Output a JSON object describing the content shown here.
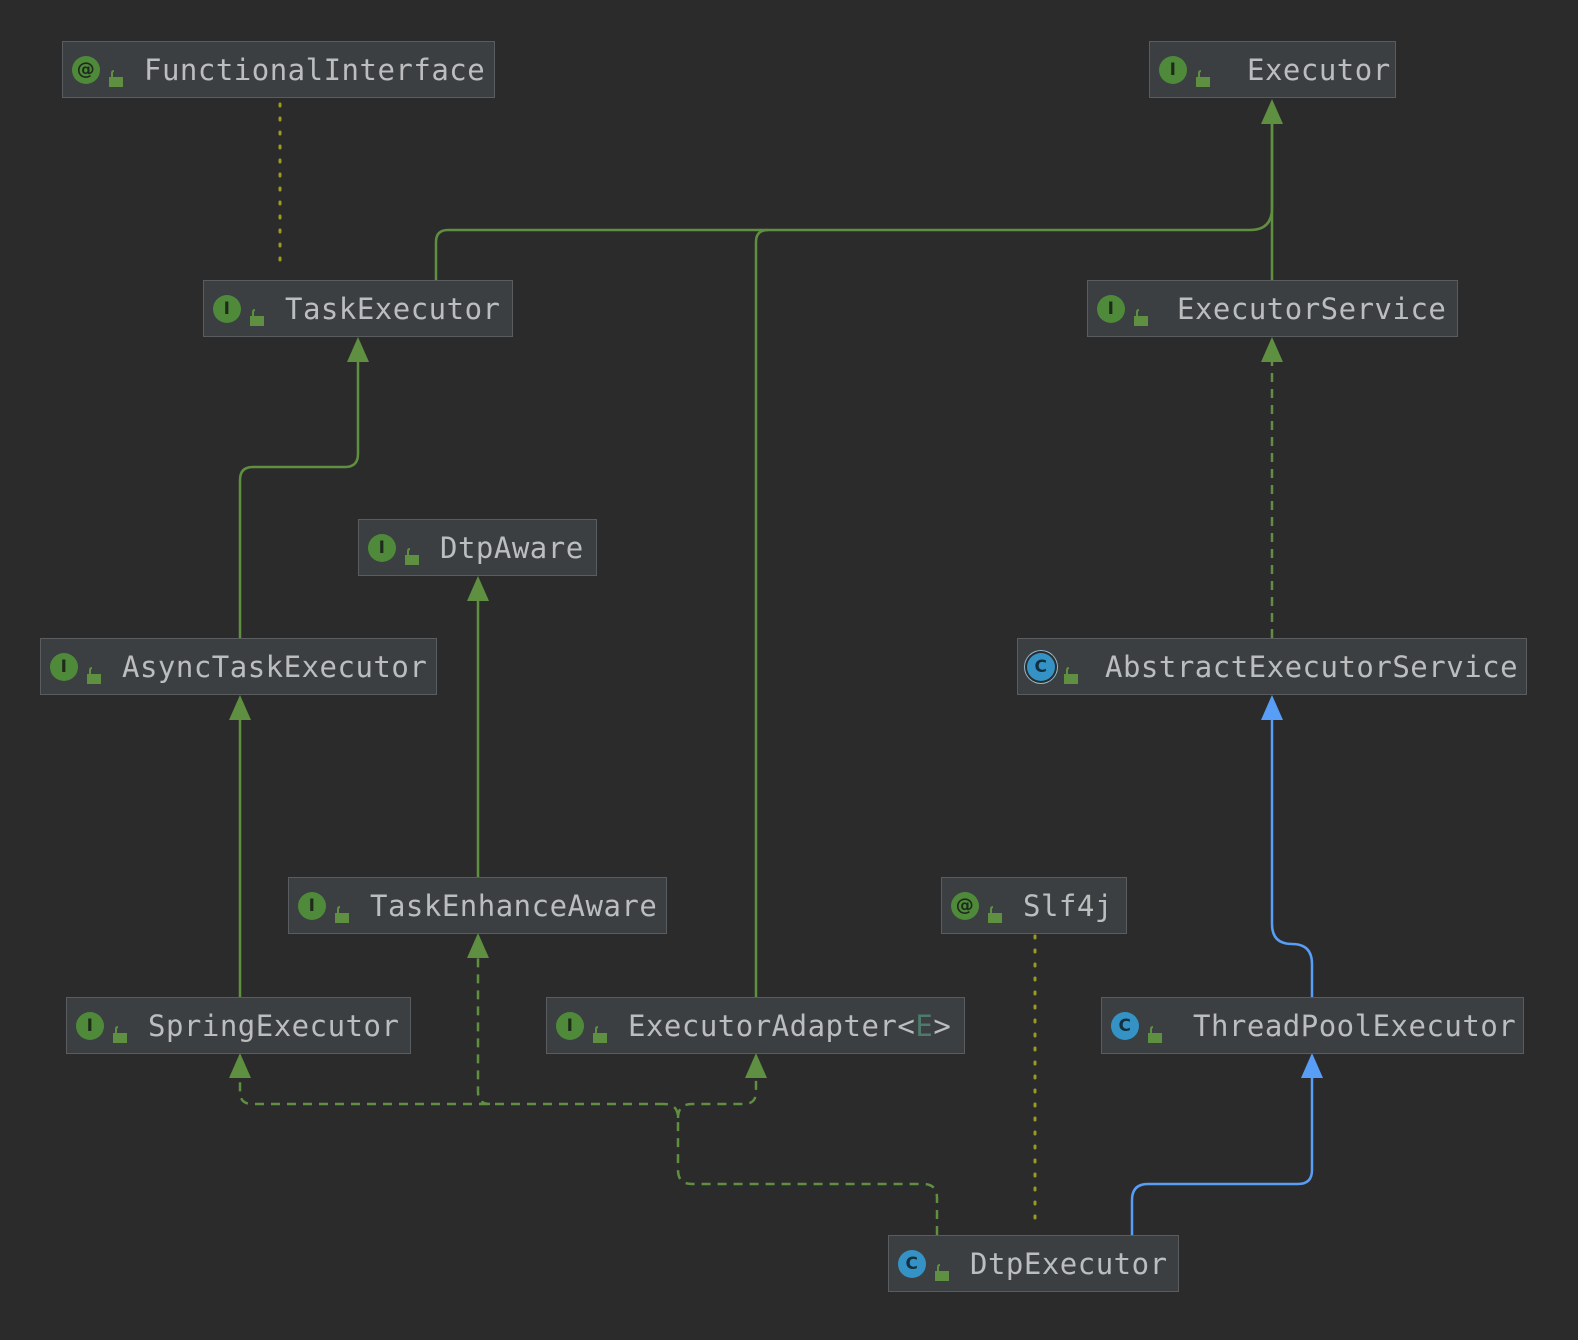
{
  "colors": {
    "background": "#2b2b2b",
    "node_fill": "#3c3f41",
    "node_border": "#5a5d5f",
    "text": "#bbbdbf",
    "implements_edge": "#5f8f41",
    "extends_edge": "#589df6",
    "annotation_edge": "#9a9a20"
  },
  "nodes": [
    {
      "id": "functional-interface",
      "label": "FunctionalInterface",
      "kind": "annotation",
      "icon": "annotation-icon",
      "kind_glyph": "@"
    },
    {
      "id": "executor",
      "label": "Executor",
      "kind": "interface",
      "icon": "interface-icon",
      "kind_glyph": "I"
    },
    {
      "id": "task-executor",
      "label": "TaskExecutor",
      "kind": "interface",
      "icon": "interface-icon",
      "kind_glyph": "I"
    },
    {
      "id": "executor-service",
      "label": "ExecutorService",
      "kind": "interface",
      "icon": "interface-icon",
      "kind_glyph": "I"
    },
    {
      "id": "dtp-aware",
      "label": "DtpAware",
      "kind": "interface",
      "icon": "interface-icon",
      "kind_glyph": "I"
    },
    {
      "id": "async-task-executor",
      "label": "AsyncTaskExecutor",
      "kind": "interface",
      "icon": "interface-icon",
      "kind_glyph": "I"
    },
    {
      "id": "abstract-executor-service",
      "label": "AbstractExecutorService",
      "kind": "abstract-class",
      "icon": "abstract-class-icon",
      "kind_glyph": "C"
    },
    {
      "id": "task-enhance-aware",
      "label": "TaskEnhanceAware",
      "kind": "interface",
      "icon": "interface-icon",
      "kind_glyph": "I"
    },
    {
      "id": "slf4j",
      "label": "Slf4j",
      "kind": "annotation",
      "icon": "annotation-icon",
      "kind_glyph": "@"
    },
    {
      "id": "spring-executor",
      "label": "SpringExecutor",
      "kind": "interface",
      "icon": "interface-icon",
      "kind_glyph": "I"
    },
    {
      "id": "executor-adapter",
      "label": "ExecutorAdapter",
      "generic_open": "<",
      "generic_param": "E",
      "generic_close": ">",
      "kind": "interface",
      "icon": "interface-icon",
      "kind_glyph": "I"
    },
    {
      "id": "thread-pool-executor",
      "label": "ThreadPoolExecutor",
      "kind": "class",
      "icon": "class-icon",
      "kind_glyph": "C"
    },
    {
      "id": "dtp-executor",
      "label": "DtpExecutor",
      "kind": "class",
      "icon": "class-icon",
      "kind_glyph": "C"
    }
  ],
  "edges": [
    {
      "from": "task-executor",
      "to": "functional-interface",
      "type": "annotated-by"
    },
    {
      "from": "task-executor",
      "to": "executor",
      "type": "extends-interface"
    },
    {
      "from": "executor-adapter",
      "to": "executor",
      "type": "extends-interface"
    },
    {
      "from": "executor-service",
      "to": "executor",
      "type": "extends-interface"
    },
    {
      "from": "async-task-executor",
      "to": "task-executor",
      "type": "extends-interface"
    },
    {
      "from": "abstract-executor-service",
      "to": "executor-service",
      "type": "implements"
    },
    {
      "from": "task-enhance-aware",
      "to": "dtp-aware",
      "type": "extends-interface"
    },
    {
      "from": "spring-executor",
      "to": "async-task-executor",
      "type": "extends-interface"
    },
    {
      "from": "thread-pool-executor",
      "to": "abstract-executor-service",
      "type": "extends-class"
    },
    {
      "from": "dtp-executor",
      "to": "spring-executor",
      "type": "implements"
    },
    {
      "from": "dtp-executor",
      "to": "task-enhance-aware",
      "type": "implements"
    },
    {
      "from": "dtp-executor",
      "to": "executor-adapter",
      "type": "implements"
    },
    {
      "from": "dtp-executor",
      "to": "thread-pool-executor",
      "type": "extends-class"
    },
    {
      "from": "dtp-executor",
      "to": "slf4j",
      "type": "annotated-by"
    }
  ]
}
